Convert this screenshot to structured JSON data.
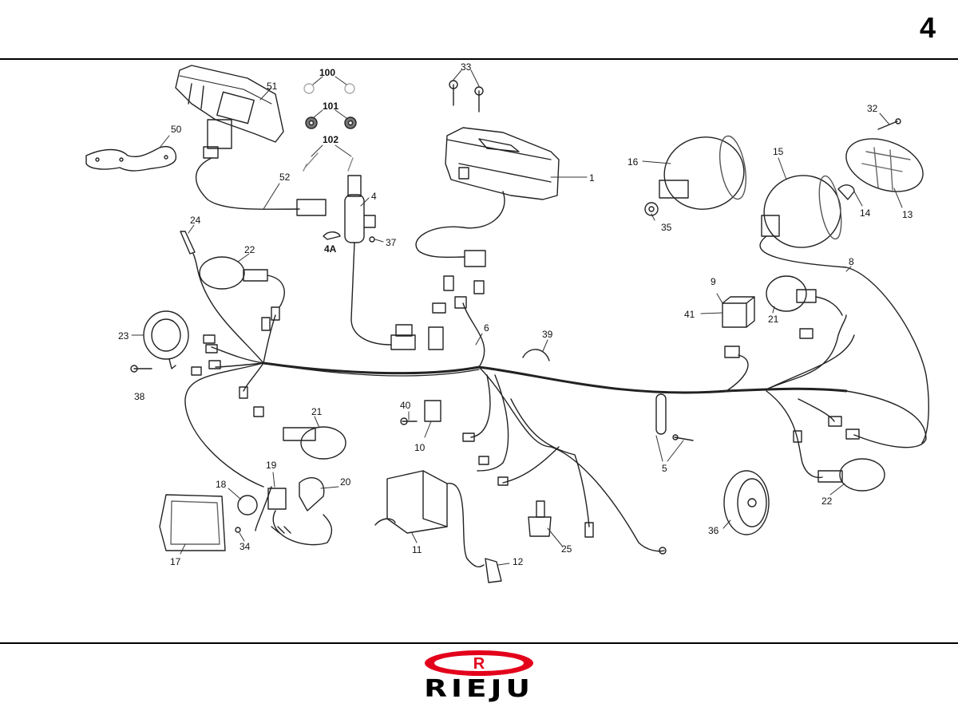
{
  "page": {
    "number": "4"
  },
  "brand": {
    "name": "RIEJU",
    "logo_letter": "R",
    "logo_color": "#e3001b"
  },
  "callouts": [
    {
      "id": "c51",
      "label": "51"
    },
    {
      "id": "c50",
      "label": "50"
    },
    {
      "id": "c52",
      "label": "52"
    },
    {
      "id": "c100",
      "label": "100"
    },
    {
      "id": "c101",
      "label": "101"
    },
    {
      "id": "c102",
      "label": "102"
    },
    {
      "id": "c4",
      "label": "4"
    },
    {
      "id": "c4A",
      "label": "4A"
    },
    {
      "id": "c37",
      "label": "37"
    },
    {
      "id": "c33",
      "label": "33"
    },
    {
      "id": "c1",
      "label": "1"
    },
    {
      "id": "c32",
      "label": "32"
    },
    {
      "id": "c16",
      "label": "16"
    },
    {
      "id": "c15",
      "label": "15"
    },
    {
      "id": "c14",
      "label": "14"
    },
    {
      "id": "c13",
      "label": "13"
    },
    {
      "id": "c35",
      "label": "35"
    },
    {
      "id": "c24",
      "label": "24"
    },
    {
      "id": "c22a",
      "label": "22"
    },
    {
      "id": "c23",
      "label": "23"
    },
    {
      "id": "c38",
      "label": "38"
    },
    {
      "id": "c6",
      "label": "6"
    },
    {
      "id": "c39",
      "label": "39"
    },
    {
      "id": "c9",
      "label": "9"
    },
    {
      "id": "c41",
      "label": "41"
    },
    {
      "id": "c21a",
      "label": "21"
    },
    {
      "id": "c8",
      "label": "8"
    },
    {
      "id": "c21b",
      "label": "21"
    },
    {
      "id": "c40",
      "label": "40"
    },
    {
      "id": "c10",
      "label": "10"
    },
    {
      "id": "c5",
      "label": "5"
    },
    {
      "id": "c19",
      "label": "19"
    },
    {
      "id": "c18",
      "label": "18"
    },
    {
      "id": "c20",
      "label": "20"
    },
    {
      "id": "c17",
      "label": "17"
    },
    {
      "id": "c34",
      "label": "34"
    },
    {
      "id": "c11",
      "label": "11"
    },
    {
      "id": "c12",
      "label": "12"
    },
    {
      "id": "c25",
      "label": "25"
    },
    {
      "id": "c36",
      "label": "36"
    },
    {
      "id": "c22b",
      "label": "22"
    }
  ]
}
